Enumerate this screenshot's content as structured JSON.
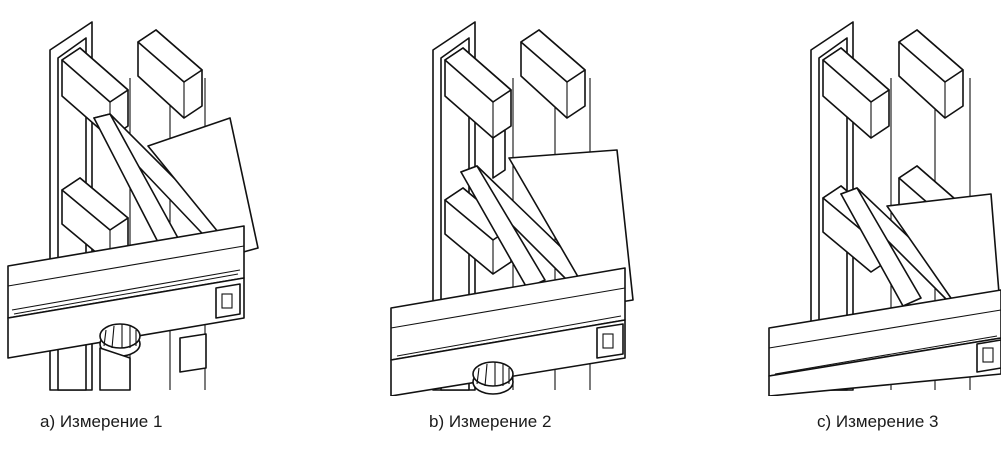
{
  "figures": [
    {
      "caption": "a) Измерение 1"
    },
    {
      "caption": "b) Измерение 2"
    },
    {
      "caption": "c) Измерение 3"
    }
  ]
}
